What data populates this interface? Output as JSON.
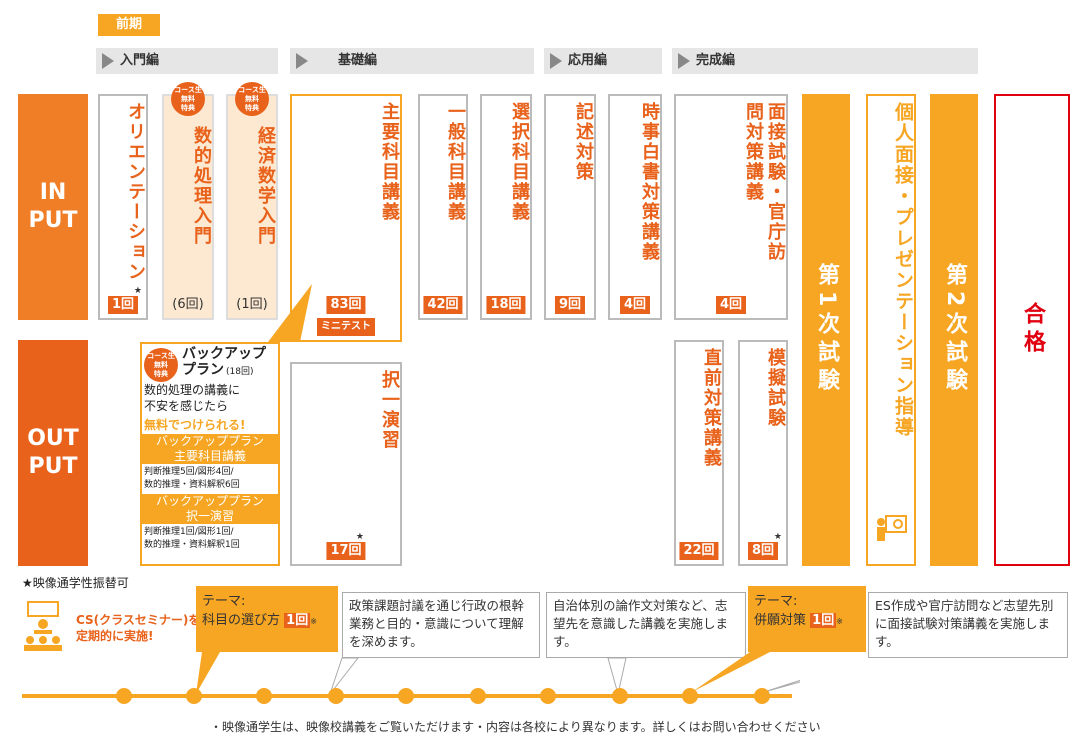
{
  "term": "前期",
  "phases": {
    "intro": "入門編",
    "basic": "基礎編",
    "applied": "応用編",
    "complete": "完成編"
  },
  "side": {
    "input": "IN\nPUT",
    "output": "OUT\nPUT"
  },
  "badge": "コース生\n無料\n特典",
  "courses": {
    "orientation": {
      "label": "オリエンテーション",
      "count": "1回"
    },
    "math_processing": {
      "label": "数的処理入門",
      "count": "(6回)"
    },
    "econ_math": {
      "label": "経済数学入門",
      "count": "(1回)"
    },
    "main_subjects": {
      "label": "主要科目講義",
      "count": "83回",
      "sub": "ミニテスト"
    },
    "general_subjects": {
      "label": "一般科目講義",
      "count": "42回"
    },
    "elective_subjects": {
      "label": "選択科目講義",
      "count": "18回"
    },
    "essay": {
      "label": "記述対策",
      "count": "9回"
    },
    "white_paper": {
      "label": "時事白書対策講義",
      "count": "4回"
    },
    "interview": {
      "label": "面接試験・官庁訪問対策講義",
      "count": "4回"
    },
    "practice": {
      "label": "択一演習",
      "count": "17回"
    },
    "final_prep": {
      "label": "直前対策講義",
      "count": "22回"
    },
    "mock_exam": {
      "label": "模擬試験",
      "count": "8回"
    }
  },
  "exams": {
    "first": "第1次試験",
    "second": "第2次試験",
    "individual": "個人面接・プレゼンテーション指導",
    "pass": "合格"
  },
  "backup": {
    "title": "バックアップ\nプラン",
    "count": "(18回)",
    "desc": "数的処理の講義に\n不安を感じたら",
    "free": "無料でつけられる!",
    "plan1_title": "バックアッププラン\n主要科目講義",
    "plan1_detail": "判断推理5回/図形4回/\n数的推理・資料解釈6回",
    "plan2_title": "バックアッププラン\n択一演習",
    "plan2_detail": "判断推理1回/図形1回/\n数的推理・資料解釈1回"
  },
  "star_note": "★映像通学性振替可",
  "cs": {
    "label": "CS(クラスセミナー)を\n定期的に実施!"
  },
  "seminars": {
    "theme1_title": "テーマ:",
    "theme1_text": "科目の選び方",
    "theme1_count": "1回",
    "info1": "政策課題討議を通じ行政の根幹業務と目的・意識について理解を深めます。",
    "info2": "自治体別の論作文対策など、志望先を意識した講義を実施します。",
    "theme2_title": "テーマ:",
    "theme2_text": "併願対策",
    "theme2_count": "1回",
    "info3": "ES作成や官庁訪問など志望先別に面接試験対策講義を実施します。"
  },
  "footer": "・映像通学生は、映像校講義をご覧いただけます・内容は各校により異なります。詳しくはお問い合わせください",
  "colors": {
    "orange": "#f6a623",
    "dark_orange": "#e8621b",
    "red": "#e00010"
  }
}
